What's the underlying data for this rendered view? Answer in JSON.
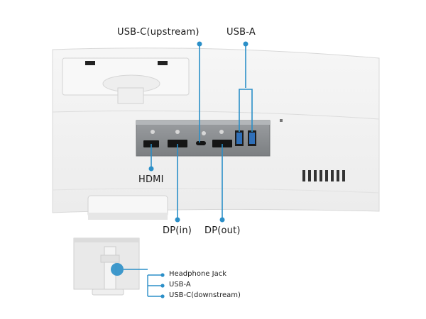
{
  "labels": {
    "usbc_upstream": "USB-C(upstream)",
    "usb_a": "USB-A",
    "hdmi": "HDMI",
    "dp_in": "DP(in)",
    "dp_out": "DP(out)"
  },
  "inset": {
    "items": [
      "Headphone Jack",
      "USB-A",
      "USB-C(downstream)"
    ]
  },
  "colors": {
    "callout": "#2b8fc8",
    "panel": "#f2f2f2",
    "port_bay": "#8f9295",
    "port_black": "#1a1a1a",
    "usb_a_blue": "#2f6fb8"
  }
}
